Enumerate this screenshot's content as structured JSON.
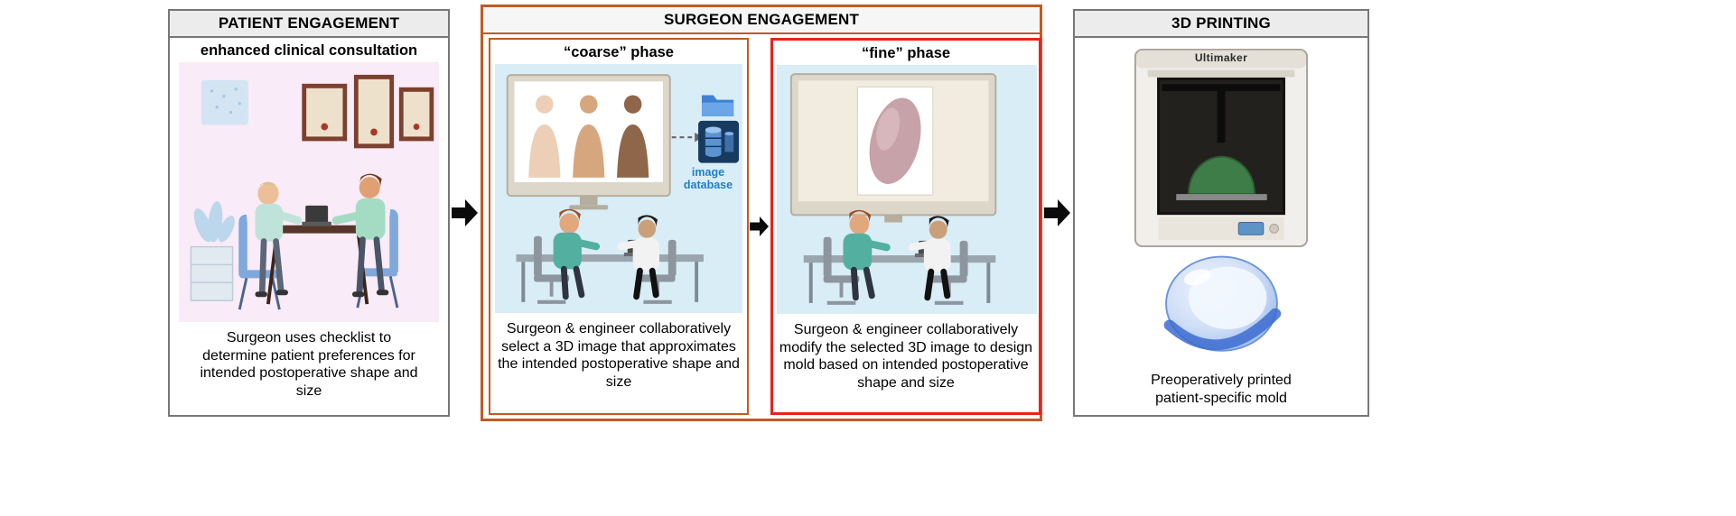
{
  "panel1": {
    "header": "PATIENT ENGAGEMENT",
    "subtitle": "enhanced clinical consultation",
    "caption": "Surgeon uses checklist to determine patient preferences for intended postoperative shape and size"
  },
  "surgeon": {
    "header": "SURGEON ENGAGEMENT",
    "coarse": {
      "title": "“coarse” phase",
      "db_label": "image database",
      "caption": "Surgeon & engineer collaboratively select a 3D image that approximates the intended postoperative shape and size"
    },
    "fine": {
      "title": "“fine” phase",
      "caption": "Surgeon & engineer collaboratively modify the selected 3D image to design mold based on intended postoperative shape and size"
    }
  },
  "printing": {
    "header": "3D PRINTING",
    "brand": "Ultimaker",
    "caption": "Preoperatively printed patient-specific mold"
  },
  "colors": {
    "panel_border_gray": "#777777",
    "surgeon_border_orange": "#c05a23",
    "fine_border_red": "#e8231c",
    "db_label_blue": "#1d7fd0",
    "arrow_black": "#0b0b0b"
  }
}
